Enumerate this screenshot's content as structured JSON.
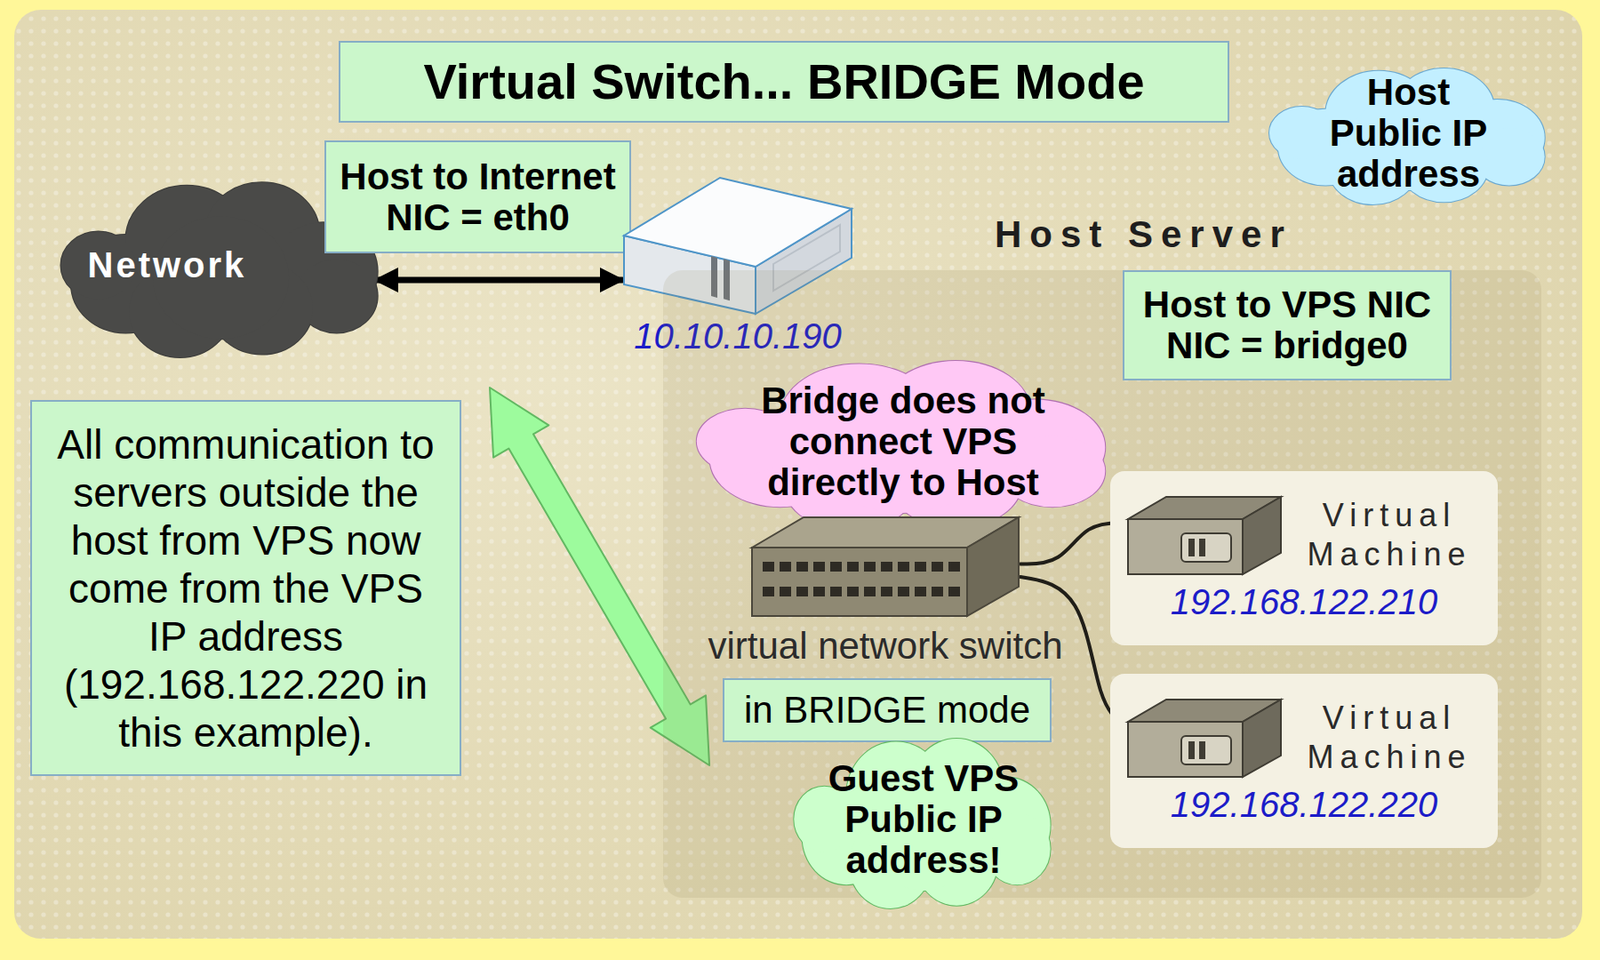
{
  "diagram": {
    "title": "Virtual Switch... BRIDGE Mode",
    "nodes": [
      {
        "text": [
          "Network"
        ]
      },
      {
        "text": [
          "Host to Internet NIC = eth0"
        ]
      },
      {
        "text": [
          "10.10.10.190"
        ]
      },
      {
        "text": [
          "Host Public IP address"
        ]
      },
      {
        "text": [
          "Host Server"
        ]
      },
      {
        "text": [
          "Host to VPS NIC NIC = bridge0"
        ],
        "in": 4
      },
      {
        "text": [
          "Bridge does not connect VPS directly to Host"
        ],
        "in": 4
      },
      {
        "text": [
          "virtual network switch"
        ],
        "in": 4
      },
      {
        "text": [
          "in BRIDGE mode"
        ],
        "in": 4
      },
      {
        "text": [
          "Virtual Machine",
          "192.168.122.210"
        ],
        "in": 4
      },
      {
        "text": [
          "Virtual Machine",
          "192.168.122.220"
        ],
        "in": 4
      },
      {
        "text": [
          "Guest VPS Public IP address!"
        ],
        "in": 4
      },
      {
        "text": [
          "All communication to servers outside the host from VPS now come from the VPS IP address (192.168.122.220 in this example)."
        ]
      }
    ],
    "edges": [
      {
        "from": 0,
        "to": 2,
        "arrow": "both"
      },
      {
        "from": 7,
        "to": 9,
        "arrow": "none"
      },
      {
        "from": 7,
        "to": 10,
        "arrow": "none"
      }
    ]
  }
}
